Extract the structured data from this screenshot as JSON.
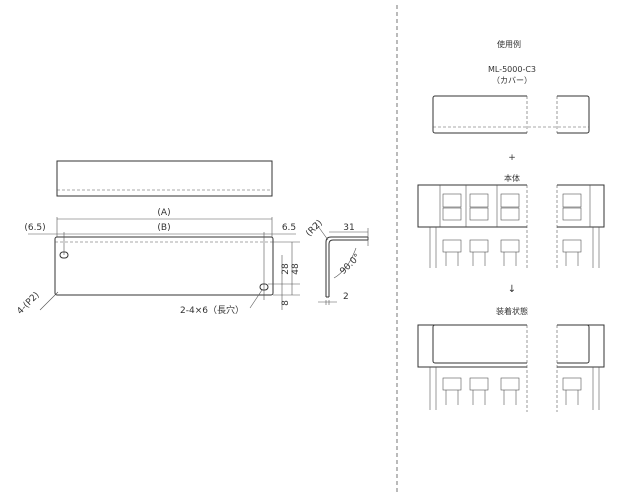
{
  "drawing": {
    "dims": {
      "dim_a": "(A)",
      "dim_b": "(B)",
      "left_offset": "(6.5)",
      "right_offset": "6.5",
      "h_28": "28",
      "h_48": "48",
      "h_8": "8",
      "radius_top": "(R2)",
      "width_31": "31",
      "angle": "90.0°",
      "thickness": "2",
      "corner_radius": "4-(P2)",
      "slot": "2-4×6（長穴）"
    }
  },
  "usage": {
    "title": "使用例",
    "model": "ML-5000-C3",
    "model_sub": "（カバー）",
    "plus": "+",
    "body_label": "本体",
    "arrow": "↓",
    "assembled_label": "装着状態"
  }
}
